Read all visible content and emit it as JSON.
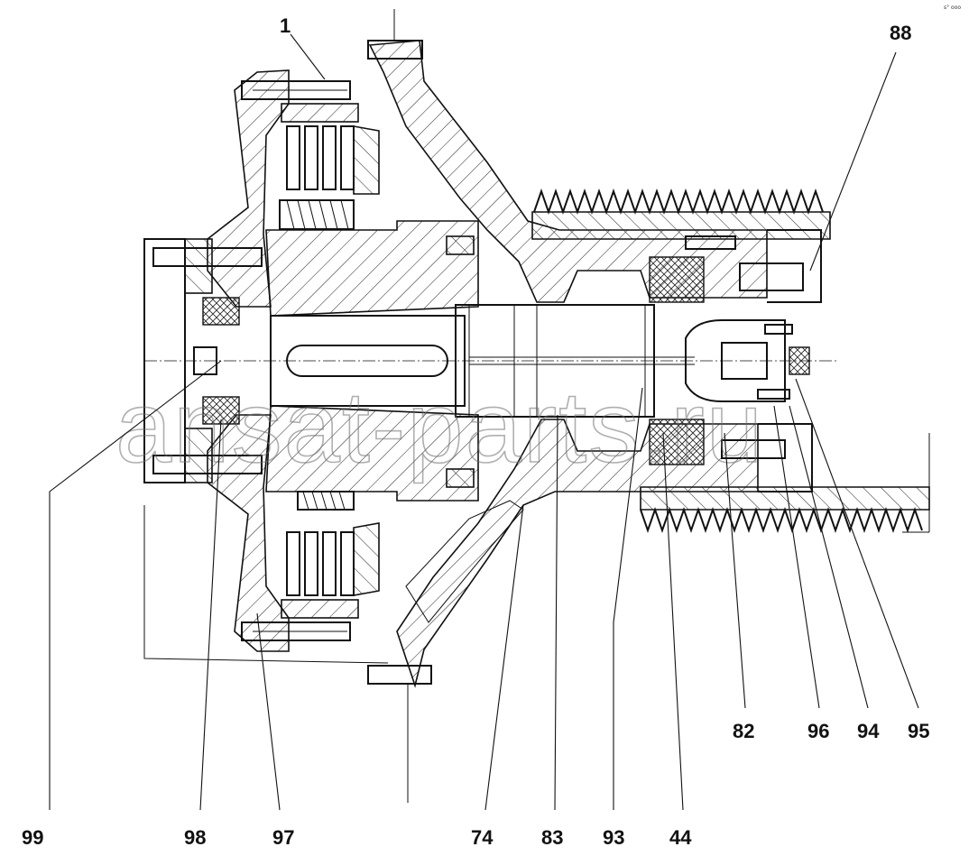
{
  "drawing": {
    "corner_note": "s° ooo",
    "watermark": "ansat-parts.ru",
    "callouts": {
      "c1": "1",
      "c88": "88",
      "c99": "99",
      "c98": "98",
      "c97": "97",
      "c74": "74",
      "c83": "83",
      "c93": "93",
      "c44": "44",
      "c82": "82",
      "c96": "96",
      "c94": "94",
      "c95": "95"
    }
  }
}
